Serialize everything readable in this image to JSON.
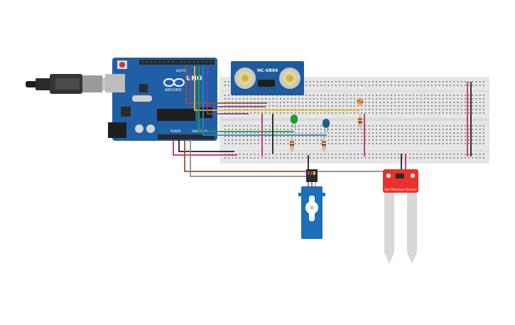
{
  "colors": {
    "background": "#ffffff",
    "arduino_board": "#1f5fa6",
    "breadboard": "#e6e6e6",
    "soil_sensor": "#e8322b",
    "servo": "#1c6fb8",
    "wire_purple": "#7b3fa6",
    "wire_yellow": "#e6c418",
    "wire_green": "#2e9a3e",
    "wire_blue": "#2f7fbf",
    "wire_magenta": "#c2287f",
    "wire_brown": "#8a5a2e",
    "wire_gray": "#8c8c8c",
    "wire_black": "#1e1e1e",
    "led_green": "#1f9a2b",
    "led_blue": "#1e5c8c"
  },
  "arduino": {
    "brand": "ARDUINO",
    "model": "UNO",
    "label_digital": "DIGITAL",
    "label_power": "POWER",
    "label_analog": "ANALOG IN"
  },
  "ultrasonic": {
    "label": "HC-SR04"
  },
  "soil_sensor": {
    "label": "Soil Moisture Sensor"
  }
}
